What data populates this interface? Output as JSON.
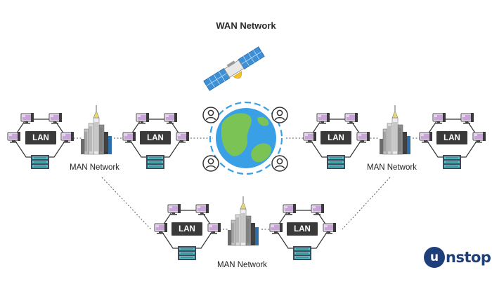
{
  "title": "WAN Network",
  "lan_label": "LAN",
  "man_label": "MAN Network",
  "logo": {
    "u": "u",
    "rest": "nstop"
  },
  "colors": {
    "computer_screen": "#c8a4d8",
    "server": "#3b4a5a",
    "server_light": "#59c0c8",
    "globe_ocean": "#3aa0e6",
    "globe_land": "#7bc354",
    "globe_ring": "#3aa0e6",
    "satellite_panel": "#3d8fd6",
    "satellite_dish": "#f5c02a",
    "logo": "#1f3f7a"
  },
  "icons": [
    "computer-icon",
    "server-rack-icon",
    "city-buildings-icon",
    "globe-icon",
    "satellite-icon",
    "user-icon"
  ]
}
